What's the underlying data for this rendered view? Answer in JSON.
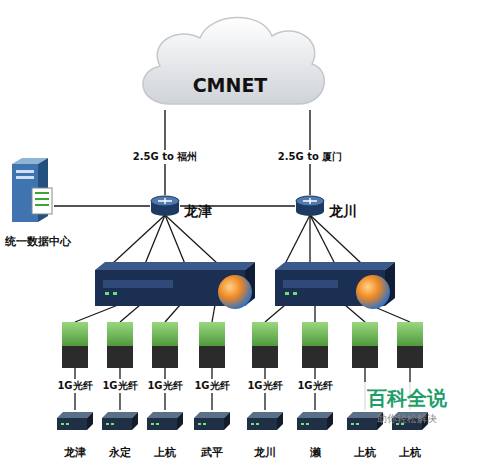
{
  "diagram": {
    "nodes": [
      {
        "text": [
          "CMNET"
        ]
      },
      {
        "text": [
          "统一数据中心"
        ]
      },
      {
        "text": [
          "龙津"
        ]
      },
      {
        "text": [
          "龙川"
        ]
      },
      {
        "text": [
          "龙津"
        ]
      },
      {
        "text": [
          "永定"
        ]
      },
      {
        "text": [
          "上杭"
        ]
      },
      {
        "text": [
          "武平"
        ]
      },
      {
        "text": [
          "龙川"
        ]
      },
      {
        "text": [
          "濑"
        ]
      },
      {
        "text": [
          "上杭"
        ]
      },
      {
        "text": [
          "上杭"
        ]
      }
    ],
    "edges": [
      {
        "from": 0,
        "to": 2,
        "label": "2.5G to 福州",
        "arrow": "none"
      },
      {
        "from": 0,
        "to": 3,
        "label": "2.5G to 厦门",
        "arrow": "none"
      },
      {
        "from": 1,
        "to": 2,
        "arrow": "none"
      },
      {
        "from": 2,
        "to": 3,
        "arrow": "none"
      }
    ],
    "labels": [
      "1G光纤",
      "1G光纤",
      "1G光纤",
      "1G光纤",
      "1G光纤",
      "1G光纤",
      "百科全说",
      "助你轻松解决"
    ]
  }
}
